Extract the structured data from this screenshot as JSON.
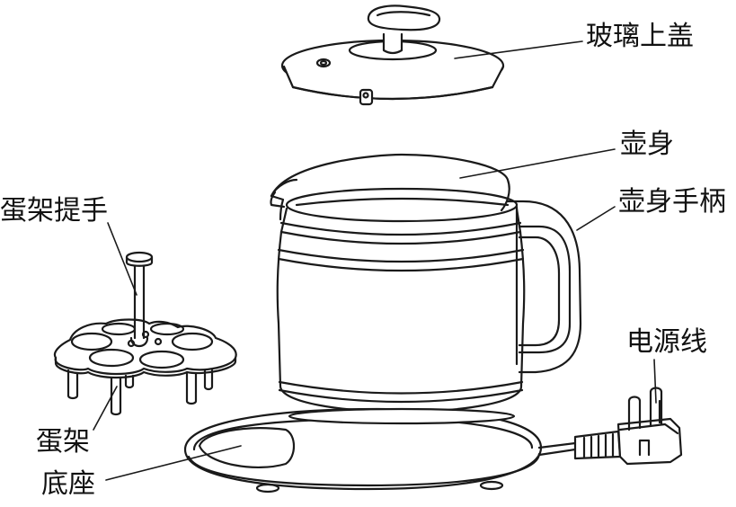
{
  "labels": {
    "glass_lid": "玻璃上盖",
    "kettle_body": "壶身",
    "handle": "壶身手柄",
    "egg_rack_handle": "蛋架提手",
    "power_cord": "电源线",
    "egg_rack": "蛋架",
    "base": "底座"
  },
  "colors": {
    "line": "#1a1a1a",
    "background": "#ffffff"
  }
}
